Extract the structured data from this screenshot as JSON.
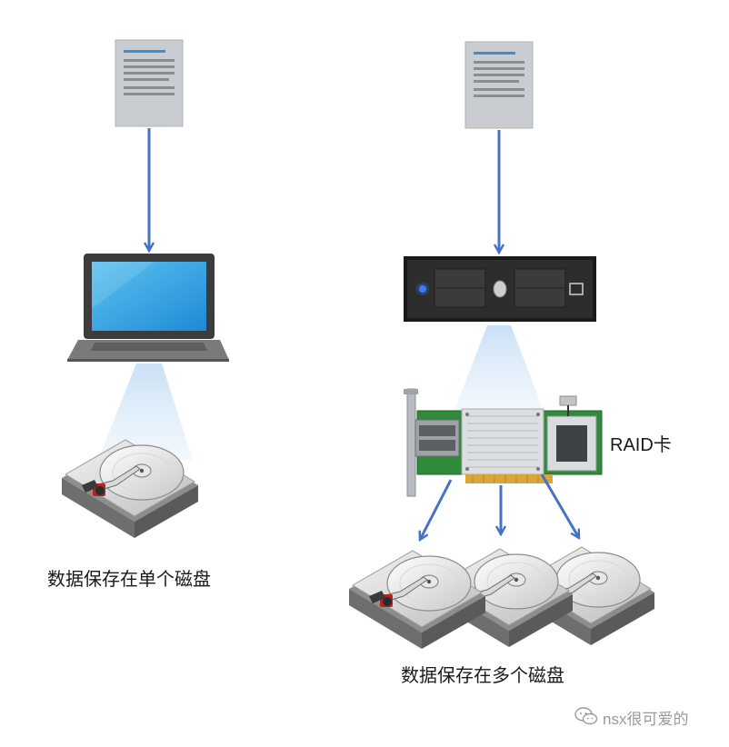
{
  "labels": {
    "single_disk": "数据保存在单个磁盘",
    "multi_disk": "数据保存在多个磁盘",
    "raid_card": "RAID卡",
    "watermark": "nsx很可爱的"
  },
  "icons": {
    "document": "document-icon",
    "laptop": "laptop-icon",
    "server": "server-icon",
    "raid_card": "raid-card-icon",
    "hard_disk": "hard-disk-icon",
    "arrow": "arrow-icon",
    "watermark": "wechat-icon"
  },
  "colors": {
    "arrow": "#4472c4",
    "screen": "#2e9ee0",
    "beam": "#b9d5f0",
    "pcb": "#2f8a3a",
    "document": "#c9ccd0"
  }
}
